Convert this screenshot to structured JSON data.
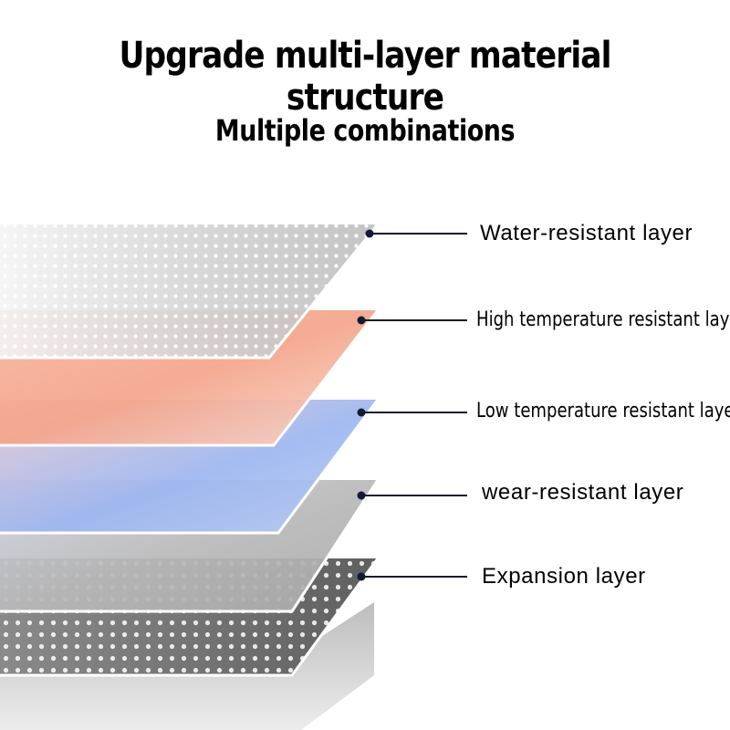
{
  "header": {
    "title": "Upgrade multi-layer material structure",
    "subtitle": "Multiple combinations"
  },
  "layers": [
    {
      "label": "Water-resistant layer",
      "color": "#c6c6c6",
      "pattern": "dots"
    },
    {
      "label": "High temperature resistant layer",
      "color": "#f19a80",
      "pattern": "plain"
    },
    {
      "label": "Low temperature resistant layer",
      "color": "#8eaff2",
      "pattern": "plain"
    },
    {
      "label": "wear-resistant layer",
      "color": "#b3b3b3",
      "pattern": "plain"
    },
    {
      "label": "Expansion layer",
      "color": "#6e6e6e",
      "pattern": "dots"
    }
  ]
}
